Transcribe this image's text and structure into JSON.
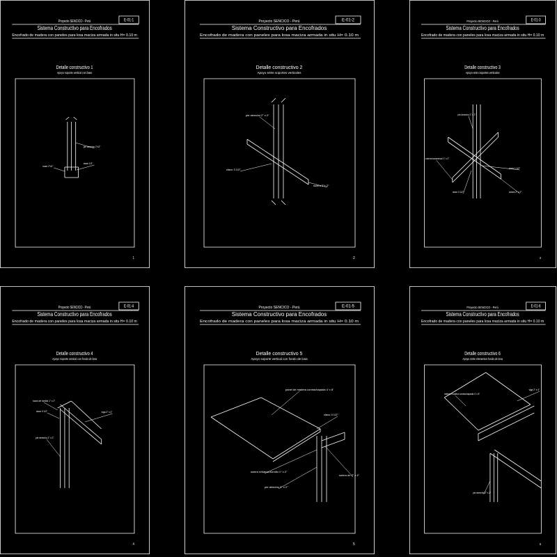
{
  "project": "Proyecto SENCICO - Perú",
  "title": "Sistema Constructivo para Encofrados",
  "subtitle": "Encofrado de madera con paneles para losa maciza armada in situ H= 0.10 m",
  "sheets": [
    {
      "code": "E-01-1",
      "detail_title": "Detalle constructivo 1",
      "detail_subtitle": "Apoyo soporte vertical con base",
      "page": "1",
      "labels": [
        "base 2\"x2\"",
        "pie derecho 2\"x2\"",
        "clavo 1/2\""
      ]
    },
    {
      "code": "E-01-2",
      "detail_title": "Detalle constructivo 2",
      "detail_subtitle": "Apoyo entre soportes verticales",
      "page": "2",
      "labels": [
        "pie derecho 2\" x 2\"",
        "clavo 3 1/2\"",
        "solera 2\"x 2\""
      ]
    },
    {
      "code": "E-01-3",
      "detail_title": "Detalle constructivo 3",
      "detail_subtitle": "Apoyo entre soportes verticales",
      "page": "3",
      "labels": [
        "pie derecho 2\" x 2\"",
        "solera transversal 1\" x 2\"",
        "clavo 3 1/2\"",
        "clavo 1 1/2\"",
        "solera 2\" x 2\""
      ]
    },
    {
      "code": "E-01-4",
      "detail_title": "Detalle constructivo 4",
      "detail_subtitle": "Apoyo soporte vertical con fondo de losa",
      "page": "4",
      "labels": [
        "tacos de tornillo 1\" x 2\"",
        "clavo 3 1/2\"",
        "pie derecho 2\" x 2\"",
        "viga 2\" x 2\""
      ]
    },
    {
      "code": "E-01-5",
      "detail_title": "Detalle constructivo 5",
      "detail_subtitle": "Apoyo soporte vertical con fondo de losa",
      "page": "5",
      "labels": [
        "panel de madera contrachapada 4' x 8'",
        "clavo 3 1/2\"",
        "solera refuerzo-tornillo 1\" x 2\"",
        "pie derecho 2\" x 2\"",
        "solera de 2\" x 4\""
      ]
    },
    {
      "code": "E-01-6",
      "detail_title": "Detalle constructivo 6",
      "detail_subtitle": "Apoyo entre elementos fondo de losa",
      "page": "6",
      "labels": [
        "tablero madera contrachapada 4' x 8'",
        "viga 2\" x 4\"",
        "pie derecho 2\" x 2\""
      ]
    }
  ],
  "colors": {
    "background": "#000000",
    "lines": "#ffffff"
  }
}
